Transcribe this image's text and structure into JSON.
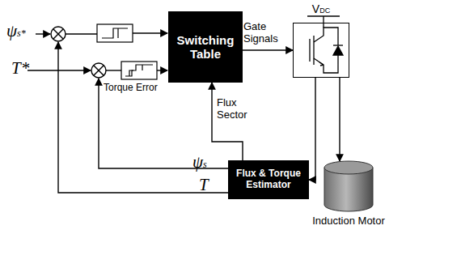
{
  "diagram": {
    "nodes": [
      {
        "text": [
          "Switching Table"
        ]
      },
      {
        "text": [
          "VDC"
        ]
      },
      {
        "text": [
          "Flux & Torque Estimator"
        ]
      },
      {
        "text": [
          "Induction Motor"
        ]
      }
    ],
    "edges": [
      {
        "from": 0,
        "to": 1,
        "arrow": "to",
        "label": "Gate Signals"
      },
      {
        "from": 1,
        "to": 3,
        "arrow": "to"
      },
      {
        "from": 1,
        "to": 2,
        "arrow": "to"
      },
      {
        "from": 2,
        "to": 0,
        "arrow": "to",
        "label": "Flux Sector"
      }
    ],
    "labels": [
      "ψs*",
      "T*",
      "Torque Error",
      "ψs",
      "T"
    ]
  }
}
